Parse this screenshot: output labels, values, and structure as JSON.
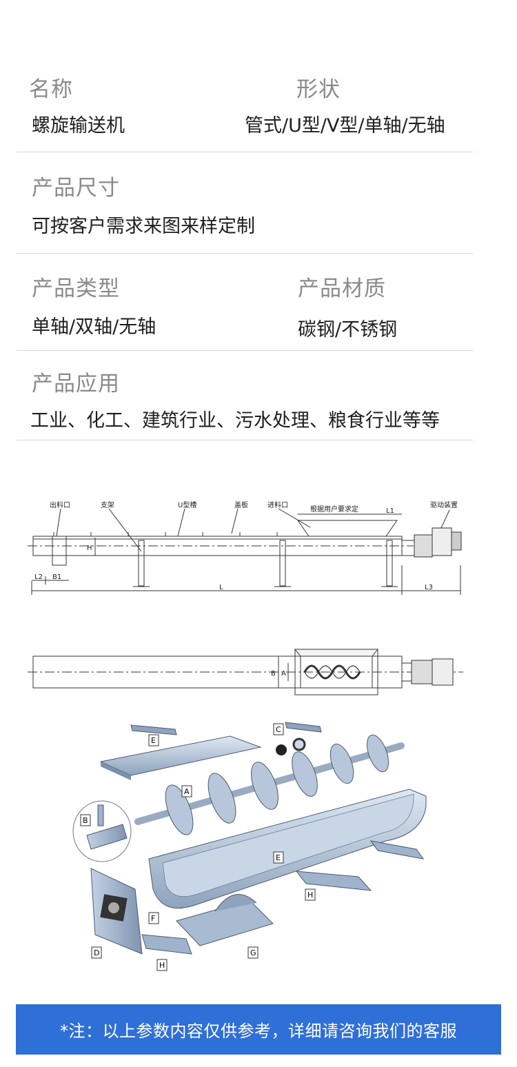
{
  "specs": {
    "name": {
      "label": "名称",
      "value": "螺旋输送机"
    },
    "shape": {
      "label": "形状",
      "value": "管式/U型/V型/单轴/无轴"
    },
    "size": {
      "label": "产品尺寸",
      "value": "可按客户需求来图来样定制"
    },
    "type": {
      "label": "产品类型",
      "value": "单轴/双轴/无轴"
    },
    "material": {
      "label": "产品材质",
      "value": "碳钢/不锈钢"
    },
    "application": {
      "label": "产品应用",
      "value": "工业、化工、建筑行业、污水处理、粮食行业等等"
    }
  },
  "drawing": {
    "side_view_labels": {
      "outlet": "出料口",
      "support": "支架",
      "trough": "U型槽",
      "cover": "盖板",
      "inlet": "进料口",
      "custom_length": "根据用户要求定",
      "drive": "驱动装置"
    },
    "dimension_labels": {
      "L": "L",
      "L1": "L1",
      "L2": "L2",
      "L3": "L3",
      "B1": "B1",
      "H": "H",
      "A": "A",
      "B": "B"
    },
    "part_letters": [
      "A",
      "B",
      "C",
      "D",
      "E",
      "E",
      "F",
      "G",
      "H",
      "H"
    ]
  },
  "notice": "*注：以上参数内容仅供参考，详细请咨询我们的客服",
  "colors": {
    "notice_bg": "#2f6fd8",
    "label_gray": "#8a8a8a",
    "rule": "#d8d8d8",
    "steel": "#9fb3cc"
  }
}
